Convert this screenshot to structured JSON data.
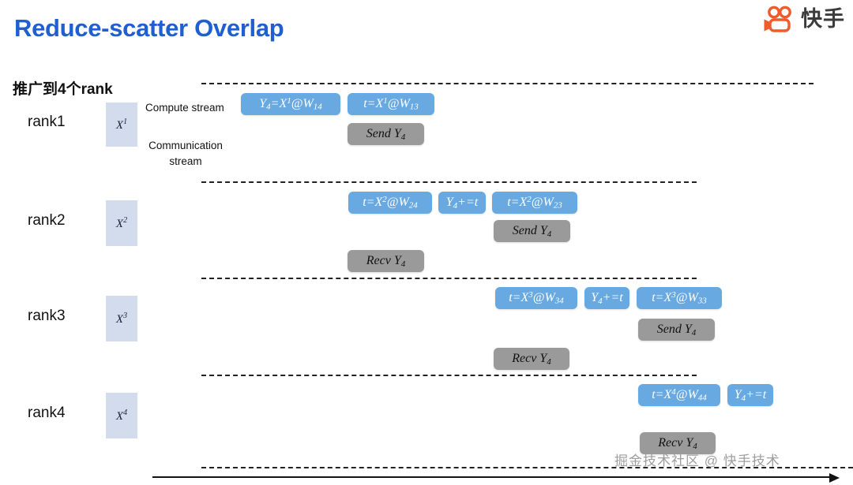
{
  "slide": {
    "title": "Reduce-scatter Overlap",
    "subtitle": "推广到4个rank",
    "title_color": "#1f5fd0",
    "compute_color": "#68a9e2",
    "comm_color": "#9a9a9a",
    "xblock_color": "#d3dcec",
    "watermark": "掘金技术社区 @ 快手技术"
  },
  "brand": {
    "name": "快手",
    "logo_icon": "kuaishou-camera-icon",
    "logo_color": "#ef5c2b"
  },
  "legend": {
    "compute_stream": "Compute  stream",
    "communication_stream": "Communication\nstream"
  },
  "ranks": [
    {
      "label": "rank1",
      "input": "X1",
      "input_base": "X",
      "input_sup": "1",
      "compute_ops": [
        {
          "text": "Y4=X1@W14",
          "parts": [
            "Y",
            "4",
            "=X",
            "1",
            "@W",
            "14"
          ]
        },
        {
          "text": "t=X1@W13",
          "parts": [
            "t=X",
            "1",
            "@W",
            "13"
          ]
        }
      ],
      "comm_ops": [
        {
          "text": "Send Y4",
          "label": "Send Y",
          "sub": "4"
        }
      ]
    },
    {
      "label": "rank2",
      "input": "X2",
      "input_base": "X",
      "input_sup": "2",
      "compute_ops": [
        {
          "text": "t=X2@W24",
          "parts": [
            "t=X",
            "2",
            "@W",
            "24"
          ]
        },
        {
          "text": "Y4+=t",
          "parts": [
            "Y",
            "4",
            "+=t"
          ]
        },
        {
          "text": "t=X2@W23",
          "parts": [
            "t=X",
            "2",
            "@W",
            "23"
          ]
        }
      ],
      "comm_ops": [
        {
          "text": "Send Y4",
          "label": "Send Y",
          "sub": "4"
        },
        {
          "text": "Recv Y4",
          "label": "Recv Y",
          "sub": "4"
        }
      ]
    },
    {
      "label": "rank3",
      "input": "X3",
      "input_base": "X",
      "input_sup": "3",
      "compute_ops": [
        {
          "text": "t=X3@W34",
          "parts": [
            "t=X",
            "3",
            "@W",
            "34"
          ]
        },
        {
          "text": "Y4+=t",
          "parts": [
            "Y",
            "4",
            "+=t"
          ]
        },
        {
          "text": "t=X3@W33",
          "parts": [
            "t=X",
            "3",
            "@W",
            "33"
          ]
        }
      ],
      "comm_ops": [
        {
          "text": "Send Y4",
          "label": "Send Y",
          "sub": "4"
        },
        {
          "text": "Recv Y4",
          "label": "Recv Y",
          "sub": "4"
        }
      ]
    },
    {
      "label": "rank4",
      "input": "X4",
      "input_base": "X",
      "input_sup": "4",
      "compute_ops": [
        {
          "text": "t=X4@W44",
          "parts": [
            "t=X",
            "4",
            "@W",
            "44"
          ]
        },
        {
          "text": "Y4+=t",
          "parts": [
            "Y",
            "4",
            "+=t"
          ]
        }
      ],
      "comm_ops": [
        {
          "text": "Recv Y4",
          "label": "Recv Y",
          "sub": "4"
        }
      ]
    }
  ],
  "axis": {
    "name": "time-axis",
    "direction": "right"
  }
}
